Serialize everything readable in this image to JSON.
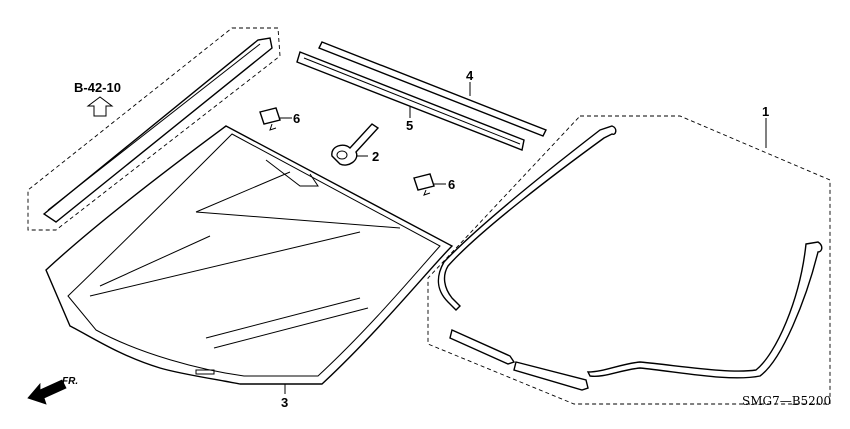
{
  "diagram": {
    "reference_label": "B-42-10",
    "drawing_code": "SMG7—B5200",
    "front_label": "FR.",
    "callouts": [
      "1",
      "2",
      "3",
      "4",
      "5",
      "6",
      "6"
    ]
  },
  "icons": {
    "reference_arrow": "up-arrow-outline-icon",
    "front_arrow": "front-direction-arrow-icon"
  }
}
